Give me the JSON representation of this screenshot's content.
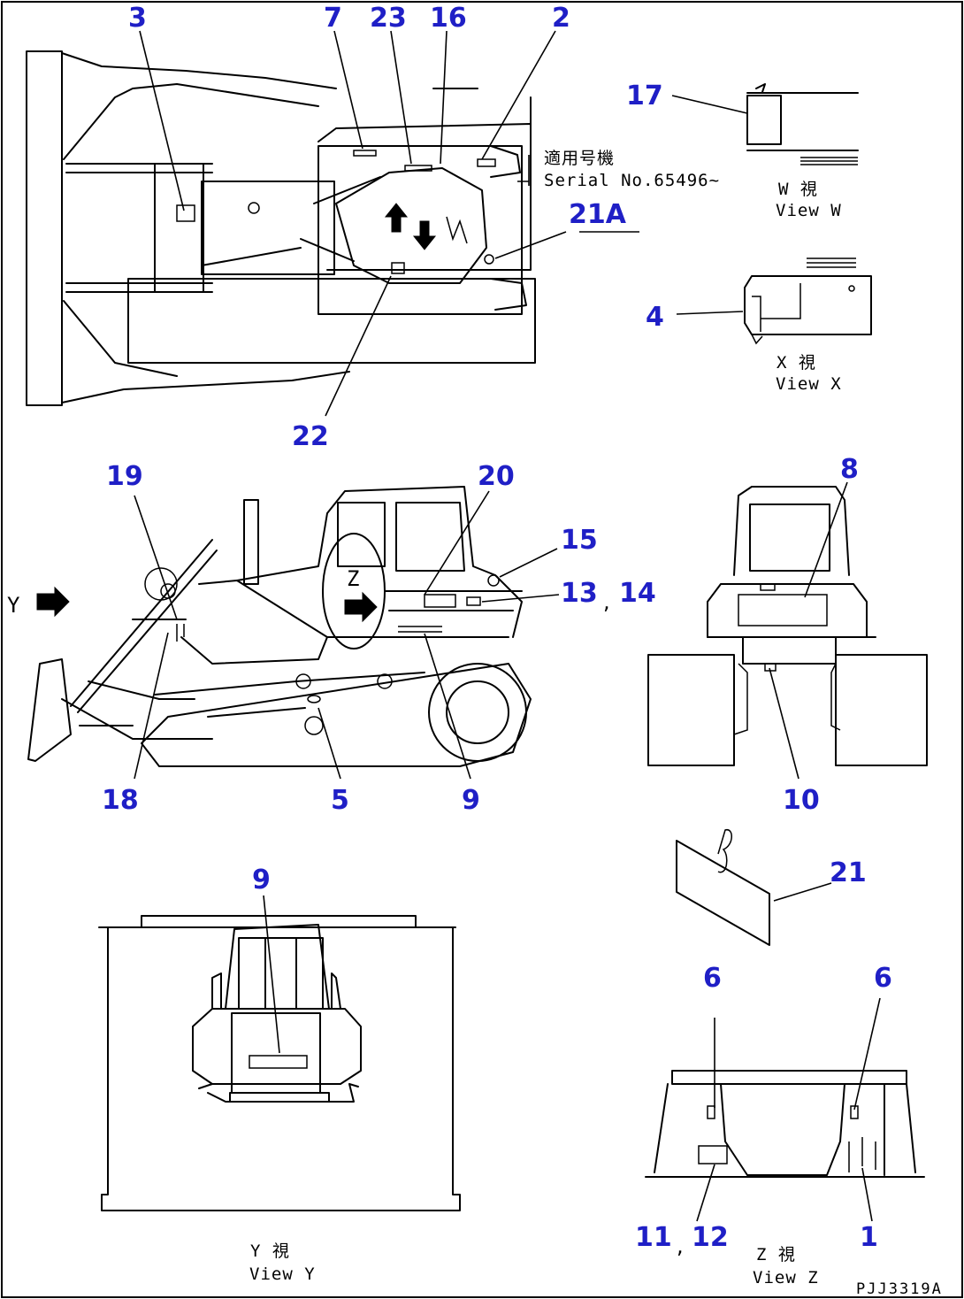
{
  "drawing": {
    "serial": {
      "jp": "適用号機",
      "en": "Serial No.65496~"
    },
    "views": {
      "w": {
        "jp": "W 視",
        "en": "View W"
      },
      "x": {
        "jp": "X 視",
        "en": "View X"
      },
      "y": {
        "jp": "Y 視",
        "en": "View Y"
      },
      "z": {
        "jp": "Z 視",
        "en": "View Z"
      }
    },
    "markers": {
      "y": "Y",
      "z": "Z"
    },
    "separator": ",",
    "code": "PJJ3319A",
    "callouts": {
      "c3": "3",
      "c7": "7",
      "c23": "23",
      "c16": "16",
      "c2": "2",
      "c21a": "21A",
      "c22": "22",
      "c17": "17",
      "c4": "4",
      "c19": "19",
      "c20": "20",
      "c15": "15",
      "c13": "13",
      "c14": "14",
      "c18": "18",
      "c5": "5",
      "c9a": "9",
      "c8": "8",
      "c10": "10",
      "c21": "21",
      "c9b": "9",
      "c6a": "6",
      "c6b": "6",
      "c11": "11",
      "c12": "12",
      "c1": "1"
    },
    "callout_color": "#1f1fc6"
  }
}
